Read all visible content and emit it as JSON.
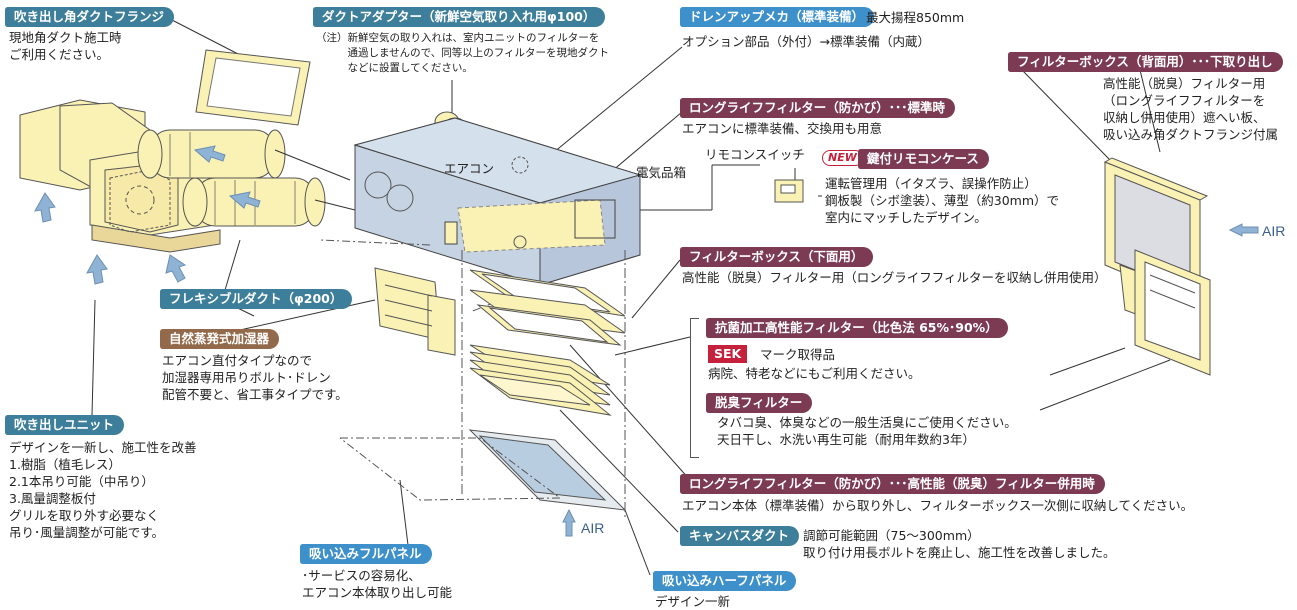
{
  "labels": {
    "flange": "吹き出し角ダクトフランジ",
    "adapter": "ダクトアダプター（新鮮空気取り入れ用φ100）",
    "drain": "ドレンアップメカ（標準装備）",
    "long_life_std": "ロングライフフィルター（防かび）･･･標準時",
    "remote_case": "鍵付リモコンケース",
    "filterbox_back": "フィルターボックス（背面用）･･･下取り出し",
    "filterbox_bottom": "フィルターボックス（下面用）",
    "flex_duct": "フレキシブルダクト（φ200）",
    "humidifier": "自然蒸発式加湿器",
    "antibacterial": "抗菌加工高性能フィルター（比色法 65%･90%）",
    "deodor": "脱臭フィルター",
    "outlet_unit": "吹き出しユニット",
    "long_life_combo": "ロングライフフィルター（防かび）･･･高性能（脱臭）フィルター併用時",
    "canvas_duct": "キャンバスダクト",
    "full_panel": "吸い込みフルパネル",
    "half_panel": "吸い込みハーフパネル"
  },
  "texts": {
    "flange": "現地角ダクト施工時\nご利用ください。",
    "adapter_note": "（注）新鮮空気の取り入れは、室内ユニットのフィルターを\n　　　通過しませんので、同等以上のフィルターを現地ダクト\n　　　などに設置してください。",
    "drain_head": "最大揚程850mm",
    "drain": "オプション部品（外付）→標準装備（内蔵）",
    "long_life_std": "エアコンに標準装備、交換用も用意",
    "remote_switch": "リモコンスイッチ",
    "new_badge": "NEW",
    "remote_case": "運転管理用（イタズラ、誤操作防止）\n鋼板製（シボ塗装）、薄型（約30mm）で\n室内にマッチしたデザイン。",
    "aircon": "エアコン",
    "electrical": "電気品箱",
    "filterbox_back": "高性能（脱臭）フィルター用\n（ロングライフフィルターを\n収納し併用使用）遮へい板、\n吸い込み角ダクトフランジ付属",
    "filterbox_bottom": "高性能（脱臭）フィルター用（ロングライフフィルターを収納し併用使用）",
    "sek_badge": "SEK",
    "sek": "マーク取得品",
    "antibacterial": "病院、特老などにもご利用ください。",
    "deodor": "タバコ臭、体臭などの一般生活臭にご使用ください。\n天日干し、水洗い再生可能（耐用年数約3年）",
    "humidifier": "エアコン直付タイプなので\n加湿器専用吊りボルト･ドレン\n配管不要と、省工事タイプです。",
    "outlet_unit": "デザインを一新し、施工性を改善\n1.樹脂（植毛レス）\n2.1本吊り可能（中吊り）\n3.風量調整板付\nグリルを取り外す必要なく\n吊り･風量調整が可能です。",
    "long_life_combo": "エアコン本体（標準装備）から取り外し、フィルターボックス一次側に収納してください。",
    "canvas_duct": "調節可能範囲（75～300mm）\n取り付け用長ボルトを廃止し、施工性を改善しました。",
    "full_panel": "･サービスの容易化、\nエアコン本体取り出し可能",
    "half_panel": "デザイン一新",
    "air_right": "AIR",
    "air_bottom": "AIR"
  },
  "colors": {
    "teal": "#3d7f9a",
    "maroon": "#7c3b52",
    "tan": "#92694a",
    "blue": "#3e90cb",
    "sek": "#c6213c",
    "body_fill": "#c6d3e3",
    "part_fill": "#faf1b4",
    "arrow": "#8fb3d4"
  },
  "icons": [
    "new-badge",
    "air-arrow-left",
    "air-arrow-up",
    "airflow-arrow"
  ]
}
